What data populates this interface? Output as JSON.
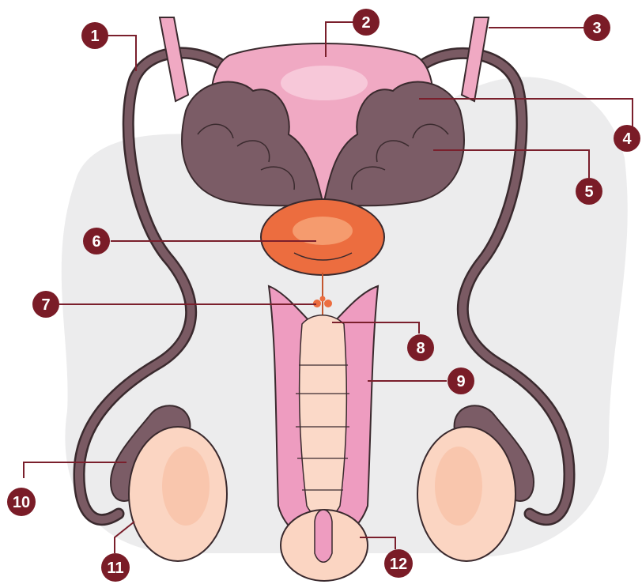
{
  "diagram": {
    "colors": {
      "background_blob": "#ececed",
      "tube": "#7a5a63",
      "tube_outline": "#3a2a2e",
      "gland": "#7b5c66",
      "bladder": "#f0a9c3",
      "bladder_highlight": "#f7c8d9",
      "prostate": "#ec6d3f",
      "prostate_highlight": "#f59b6e",
      "shaft_pink": "#ee9cc0",
      "shaft_inner": "#fbd9c8",
      "testis": "#fbd5c2",
      "testis_shadow": "#f6bfa6",
      "leader": "#7a1f2c",
      "marker": "#7a1c27",
      "marker_text": "#ffffff"
    },
    "markers": [
      {
        "id": "1",
        "label": "1"
      },
      {
        "id": "2",
        "label": "2"
      },
      {
        "id": "3",
        "label": "3"
      },
      {
        "id": "4",
        "label": "4"
      },
      {
        "id": "5",
        "label": "5"
      },
      {
        "id": "6",
        "label": "6"
      },
      {
        "id": "7",
        "label": "7"
      },
      {
        "id": "8",
        "label": "8"
      },
      {
        "id": "9",
        "label": "9"
      },
      {
        "id": "10",
        "label": "10"
      },
      {
        "id": "11",
        "label": "11"
      },
      {
        "id": "12",
        "label": "12"
      }
    ]
  }
}
